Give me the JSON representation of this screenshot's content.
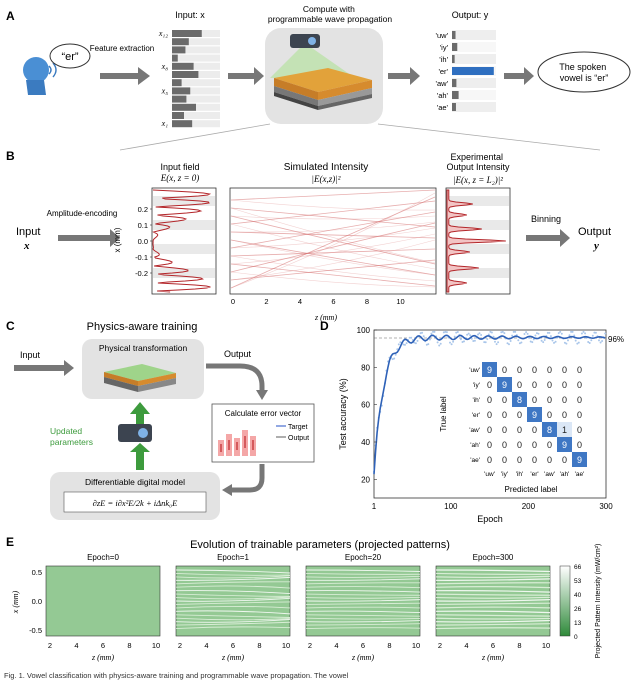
{
  "panelA": {
    "letter": "A",
    "speech": "“er”",
    "feature_arrow": "Feature extraction",
    "input_title": "Input: x",
    "input_ticks": [
      "x₁₂",
      "x₈",
      "x₅",
      "x₁"
    ],
    "input_values": [
      0.62,
      0.35,
      0.28,
      0.12,
      0.45,
      0.55,
      0.2,
      0.38,
      0.3,
      0.5,
      0.25,
      0.42
    ],
    "compute_title": "Compute with programmable wave propagation",
    "output_title": "Output: y",
    "output_labels": [
      "'uw'",
      "'iy'",
      "'ih'",
      "'er'",
      "'aw'",
      "'ah'",
      "'ae'"
    ],
    "output_values": [
      0.08,
      0.12,
      0.06,
      0.95,
      0.1,
      0.15,
      0.09
    ],
    "result_bubble": "The spoken vowel is “er”"
  },
  "panelB": {
    "letter": "B",
    "input_label": "Input",
    "input_symbol": "x",
    "encode_label": "Amplitude-encoding",
    "field_title": "Input field",
    "field_formula": "E(x, z = 0)",
    "yticks": [
      "0.2",
      "0.1",
      "0.0",
      "-0.1",
      "-0.2"
    ],
    "ylabel": "x (mm)",
    "sim_title": "Simulated Intensity",
    "sim_formula": "|E(x,z)|²",
    "zticks": [
      "0",
      "2",
      "4",
      "6",
      "8",
      "10"
    ],
    "zlabel": "z (mm)",
    "exp_title": "Experimental Output Intensity",
    "exp_formula": "|E(x, z = L₂)|²",
    "binning": "Binning",
    "output_label": "Output",
    "output_symbol": "y"
  },
  "panelC": {
    "letter": "C",
    "title": "Physics-aware training",
    "input": "Input",
    "output": "Output",
    "physical": "Physical transformation",
    "updated": "Updated parameters",
    "error_title": "Calculate error vector",
    "target": "Target",
    "out_legend": "Output",
    "digital": "Differentiable digital model",
    "equation": "∂zE = i∂x²E/2k + iΔnk₀E"
  },
  "panelD": {
    "letter": "D",
    "ylabel": "Test accuracy (%)",
    "xlabel": "Epoch",
    "yticks": [
      "100",
      "80",
      "60",
      "40",
      "20"
    ],
    "xticks": [
      "1",
      "100",
      "200",
      "300"
    ],
    "final_label": "96%",
    "conf_labels": [
      "'uw'",
      "'iy'",
      "'ih'",
      "'er'",
      "'aw'",
      "'ah'",
      "'ae'"
    ],
    "conf_matrix": [
      [
        9,
        0,
        0,
        0,
        0,
        0,
        0
      ],
      [
        0,
        9,
        0,
        0,
        0,
        0,
        0
      ],
      [
        0,
        0,
        8,
        0,
        0,
        0,
        0
      ],
      [
        0,
        0,
        0,
        9,
        0,
        0,
        0
      ],
      [
        0,
        0,
        0,
        0,
        8,
        1,
        0
      ],
      [
        0,
        0,
        0,
        0,
        0,
        9,
        0
      ],
      [
        0,
        0,
        0,
        0,
        0,
        0,
        9
      ]
    ],
    "true_label": "True label",
    "pred_label": "Predicted label"
  },
  "panelE": {
    "letter": "E",
    "title": "Evolution of trainable parameters (projected patterns)",
    "epochs": [
      "Epoch=0",
      "Epoch=1",
      "Epoch=20",
      "Epoch=300"
    ],
    "yticks": [
      "0.5",
      "0.0",
      "-0.5"
    ],
    "ylabel": "x (mm)",
    "xticks": [
      "2",
      "4",
      "6",
      "8",
      "10"
    ],
    "xlabel": "z (mm)",
    "cbar_ticks": [
      "66",
      "53",
      "40",
      "26",
      "13",
      "0"
    ],
    "cbar_label": "Projected Pattern Intensity (mW/cm²)"
  },
  "caption": "Fig. 1. Vowel classification with physics-aware training and programmable wave propagation. The vowel"
}
